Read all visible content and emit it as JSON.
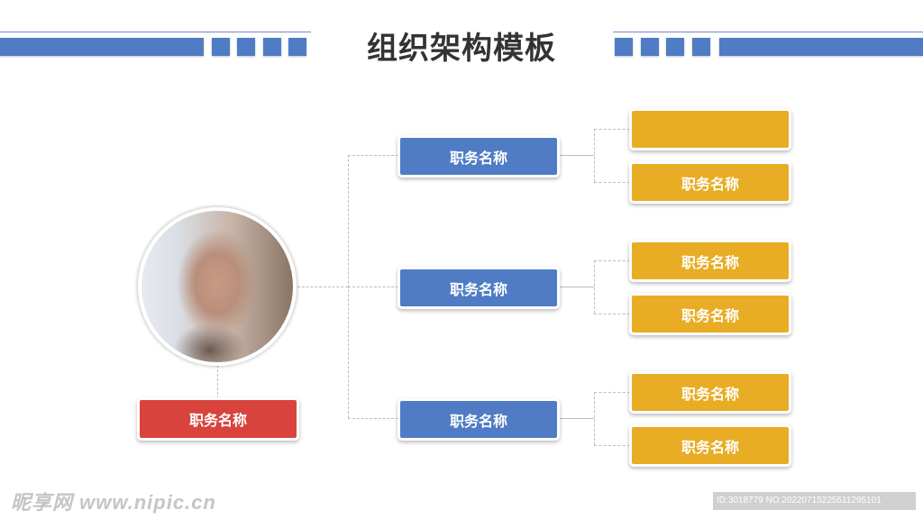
{
  "title": "组织架构模板",
  "root": {
    "label": "职务名称",
    "color": "#d8443d"
  },
  "level1": [
    {
      "label": "职务名称"
    },
    {
      "label": "职务名称"
    },
    {
      "label": "职务名称"
    }
  ],
  "level2": [
    {
      "label": ""
    },
    {
      "label": "职务名称"
    },
    {
      "label": "职务名称"
    },
    {
      "label": "职务名称"
    },
    {
      "label": "职务名称"
    },
    {
      "label": "职务名称"
    }
  ],
  "colors": {
    "blue": "#4f7cc4",
    "gold": "#e8ad24",
    "red": "#d8443d"
  },
  "watermark": {
    "site": "昵享网 www.nipic.cn",
    "id": "ID:3018779 NO:20220715225511295101"
  }
}
